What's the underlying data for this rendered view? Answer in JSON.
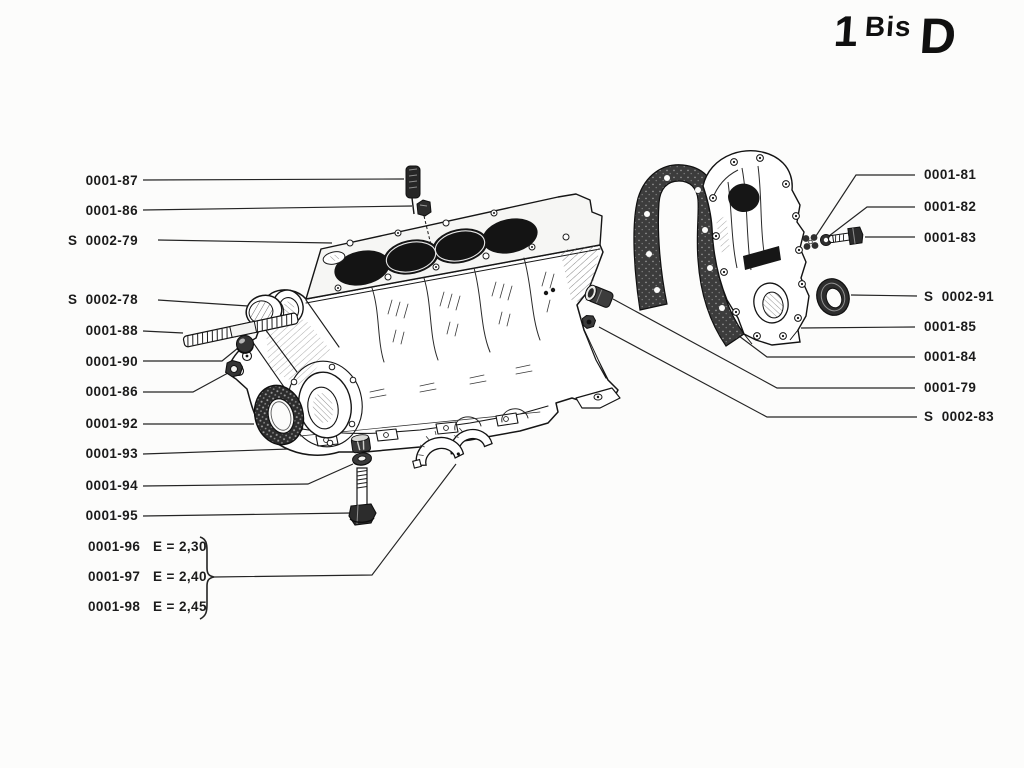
{
  "page": {
    "code_number": "1",
    "code_bis": "Bis",
    "code_letter": "D",
    "ink_color": "#1b1b1b",
    "paper_color": "#fcfcfb"
  },
  "labels": {
    "left": [
      {
        "text": "0001-87"
      },
      {
        "text": "0001-86"
      },
      {
        "text": "S  0002-79"
      },
      {
        "text": "S  0002-78"
      },
      {
        "text": "0001-88"
      },
      {
        "text": "0001-90"
      },
      {
        "text": "0001-86"
      },
      {
        "text": "0001-92"
      },
      {
        "text": "0001-93"
      },
      {
        "text": "0001-94"
      },
      {
        "text": "0001-95"
      }
    ],
    "left_group": [
      {
        "num": "0001-96",
        "dim": "E = 2,30"
      },
      {
        "num": "0001-97",
        "dim": "E = 2,40"
      },
      {
        "num": "0001-98",
        "dim": "E = 2,45"
      }
    ],
    "right": [
      {
        "text": "0001-81"
      },
      {
        "text": "0001-82"
      },
      {
        "text": "0001-83"
      },
      {
        "text": "S  0002-91"
      },
      {
        "text": "0001-85"
      },
      {
        "text": "0001-84"
      },
      {
        "text": "0001-79"
      },
      {
        "text": "S  0002-83"
      }
    ]
  }
}
